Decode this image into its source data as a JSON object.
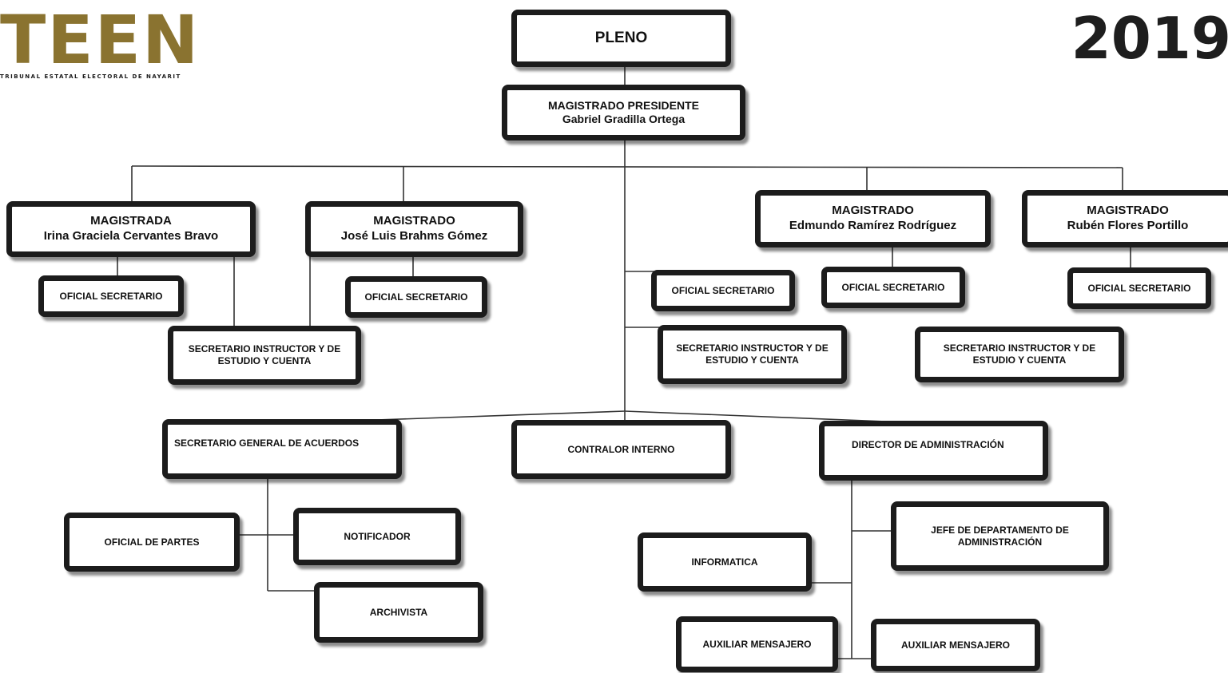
{
  "header": {
    "logo_word": "TEEN",
    "logo_subtitle": "TRIBUNAL ESTATAL ELECTORAL DE NAYARIT",
    "year": "2019"
  },
  "org": {
    "pleno": "PLENO",
    "presidente": {
      "title": "MAGISTRADO PRESIDENTE",
      "name": "Gabriel Gradilla Ortega"
    },
    "magistrada_1": {
      "title": "MAGISTRADA",
      "name": "Irina Graciela Cervantes Bravo"
    },
    "magistrado_2": {
      "title": "MAGISTRADO",
      "name": "José Luis Brahms Gómez"
    },
    "magistrado_3": {
      "title": "MAGISTRADO",
      "name": "Edmundo Ramírez Rodríguez"
    },
    "magistrado_4": {
      "title": "MAGISTRADO",
      "name": "Rubén Flores Portillo"
    },
    "oficial_secretario": "OFICIAL SECRETARIO",
    "secretario_instructor": {
      "line1": "SECRETARIO INSTRUCTOR Y DE",
      "line2": "ESTUDIO Y CUENTA"
    },
    "secretario_general": "SECRETARIO GENERAL DE ACUERDOS",
    "contralor": "CONTRALOR INTERNO",
    "director_admin": "DIRECTOR DE ADMINISTRACIÓN",
    "oficial_partes": "OFICIAL DE PARTES",
    "notificador": "NOTIFICADOR",
    "archivista": "ARCHIVISTA",
    "jefe_depto": {
      "line1": "JEFE DE DEPARTAMENTO DE",
      "line2": "ADMINISTRACIÓN"
    },
    "informatica": "INFORMATICA",
    "auxiliar_mensajero": "AUXILIAR MENSAJERO"
  },
  "colors": {
    "logo": "#8a7330",
    "border": "#1c1c1c",
    "line": "#333333"
  }
}
